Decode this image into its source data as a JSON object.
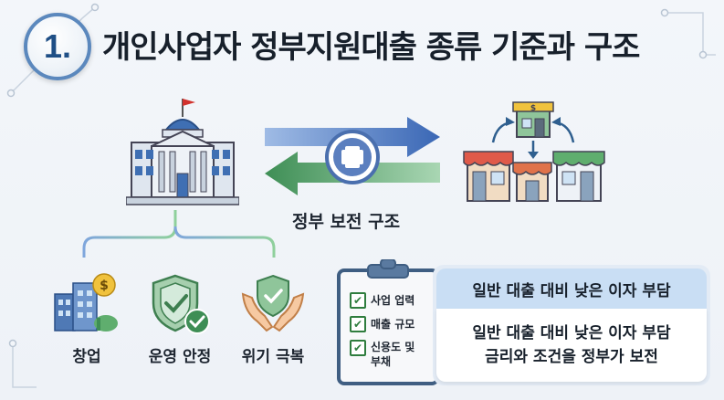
{
  "header": {
    "number": "1.",
    "title": "개인사업자 정부지원대출 종류 기준과 구조"
  },
  "flow": {
    "center_label": "정부 보전 구조",
    "arrow_colors": {
      "right": "#3a67b5",
      "left": "#3e8e55",
      "plus": "#4a6fae"
    }
  },
  "categories": [
    {
      "label": "창업",
      "icon": "buildings-dollar-icon"
    },
    {
      "label": "운영 안정",
      "icon": "shield-check-icon"
    },
    {
      "label": "위기 극복",
      "icon": "hands-shield-icon"
    }
  ],
  "checklist": {
    "items": [
      "사업 업력",
      "매출 규모",
      "신용도 및"
    ],
    "item_continued": "부채"
  },
  "panel": {
    "top_text": "일반 대출 대비 낮은 이자 부담",
    "bottom_line1": "일반 대출 대비 낮은 이자 부담",
    "bottom_line2": "금리와 조건을 정부가 보전"
  },
  "colors": {
    "badge_ring": "#5b88bd",
    "panel_header": "#c9def4",
    "clipboard_frame": "#3f5e82"
  }
}
